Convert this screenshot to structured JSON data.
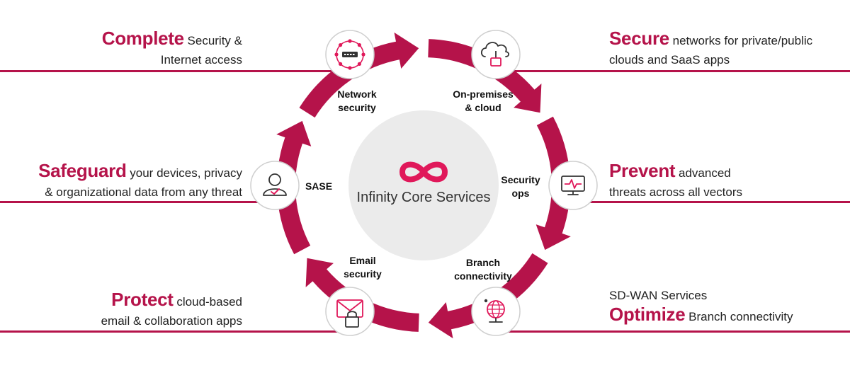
{
  "colors": {
    "accent": "#b5134a",
    "center_fill": "#ebebeb",
    "node_fill": "#ffffff",
    "text": "#222222"
  },
  "center": {
    "title": "Infinity Core Services",
    "logo_icon": "infinity-icon"
  },
  "nodes": [
    {
      "label_1": "Network",
      "label_2": "security",
      "icon": "network-appliance-icon"
    },
    {
      "label_1": "On-premises",
      "label_2": "& cloud",
      "icon": "cloud-lock-icon"
    },
    {
      "label_1": "Security",
      "label_2": "ops",
      "icon": "monitor-pulse-icon"
    },
    {
      "label_1": "Branch",
      "label_2": "connectivity",
      "icon": "globe-network-icon"
    },
    {
      "label_1": "Email",
      "label_2": "security",
      "icon": "email-lock-icon"
    },
    {
      "label_1": "SASE",
      "label_2": "",
      "icon": "user-check-icon"
    }
  ],
  "callouts": {
    "complete": {
      "keyword": "Complete",
      "line_1_rest": " Security &",
      "line_2": "Internet access"
    },
    "secure": {
      "keyword": "Secure",
      "line_1_rest": " networks for private/public",
      "line_2": "clouds and SaaS apps"
    },
    "safeguard": {
      "keyword": "Safeguard",
      "line_1_rest": " your devices, privacy",
      "line_2": "& organizational data from any threat"
    },
    "prevent": {
      "keyword": "Prevent",
      "line_1_rest": " advanced",
      "line_2": "threats across all vectors"
    },
    "protect": {
      "keyword": "Protect",
      "line_1_rest": " cloud-based",
      "line_2": "email & collaboration apps"
    },
    "optimize": {
      "pre_line": "SD-WAN Services",
      "keyword": "Optimize",
      "line_1_rest": " Branch connectivity"
    }
  }
}
